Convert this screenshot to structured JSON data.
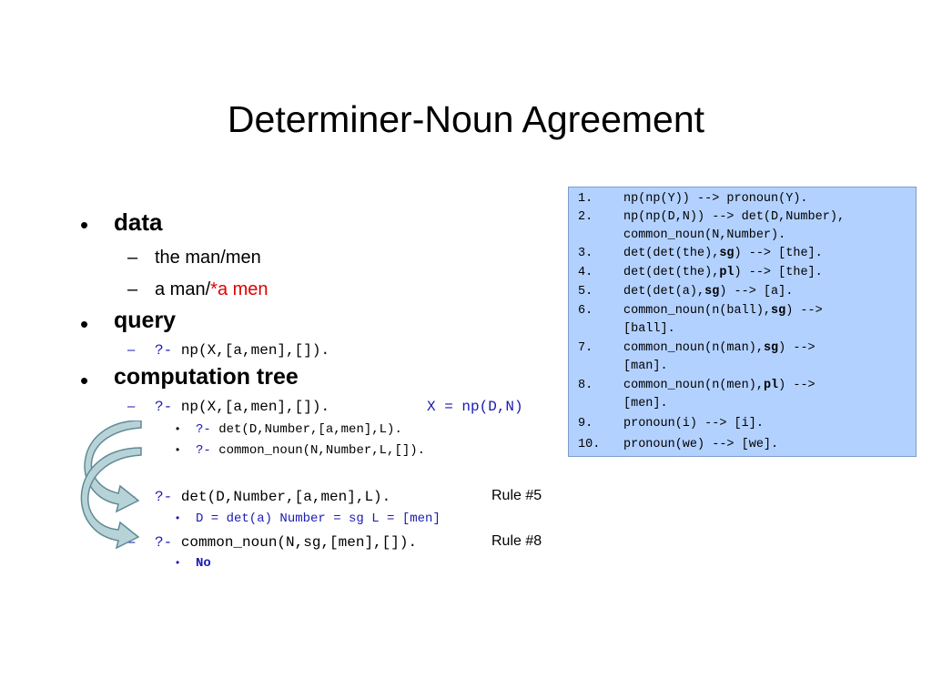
{
  "title": "Determiner-Noun Agreement",
  "bullets": {
    "data": {
      "label": "data",
      "items": [
        "the man/men",
        "a man/",
        "*a men"
      ]
    },
    "query": {
      "label": "query",
      "prompt": "?-",
      "code": "np(X,[a,men],[])."
    },
    "tree": {
      "label": "computation tree",
      "line1_prompt": "?-",
      "line1_code": "np(X,[a,men],[]).",
      "line1_binding": "X = np(D,N)",
      "sub1_prompt": "?-",
      "sub1_code": "det(D,Number,[a,men],L).",
      "sub2_prompt": "?-",
      "sub2_code": "common_noun(N,Number,L,[]).",
      "line2_prompt": "?-",
      "line2_code": "det(D,Number,[a,men],L).",
      "line2_rule": "Rule #5",
      "line2_result": "D = det(a) Number = sg L = [men]",
      "line3_prompt": "?-",
      "line3_code": "common_noun(N,sg,[men],[]).",
      "line3_rule": "Rule #8",
      "line3_result": "No"
    }
  },
  "rules": [
    {
      "num": "1.",
      "lines": [
        "np(np(Y)) --> pronoun(Y)."
      ]
    },
    {
      "num": "2.",
      "lines": [
        "np(np(D,N)) --> det(D,Number),",
        "common_noun(N,Number)."
      ]
    },
    {
      "num": "3.",
      "pre": "det(det(the),",
      "bold": "sg",
      "post": ") --> [the]."
    },
    {
      "num": "4.",
      "pre": "det(det(the),",
      "bold": "pl",
      "post": ") --> [the]."
    },
    {
      "num": "5.",
      "pre": "det(det(a),",
      "bold": "sg",
      "post": ") --> [a]."
    },
    {
      "num": "6.",
      "pre": "common_noun(n(ball),",
      "bold": "sg",
      "post": ") -->",
      "cont": "[ball]."
    },
    {
      "num": "7.",
      "pre": "common_noun(n(man),",
      "bold": "sg",
      "post": ") -->",
      "cont": "[man]."
    },
    {
      "num": "8.",
      "pre": "common_noun(n(men),",
      "bold": "pl",
      "post": ") -->",
      "cont": "[men]."
    },
    {
      "num": "9.",
      "lines": [
        "pronoun(i) --> [i]."
      ]
    },
    {
      "num": "10.",
      "lines": [
        "pronoun(we) --> [we]."
      ]
    }
  ],
  "colors": {
    "box_fill": "#b3d1ff",
    "code_blue": "#1a1ab4",
    "error_red": "#e00000",
    "arrow_fill": "#b7d3d8"
  },
  "icons": [
    "bullet-dot",
    "dash",
    "curved-arrow-icon"
  ]
}
